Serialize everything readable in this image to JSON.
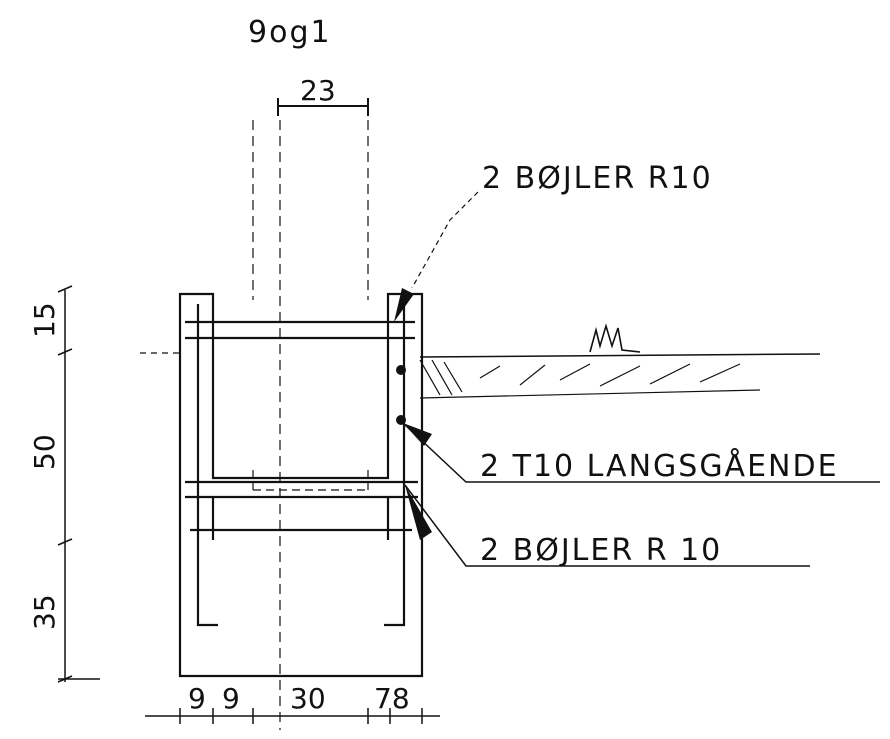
{
  "title": "9og1",
  "top_dimension": "23",
  "labels": {
    "stirrup_top": "2 BØJLER R10",
    "longitudinal": "2 T10 LANGSGÅENDE",
    "stirrup_bottom": "2 BØJLER R 10"
  },
  "vertical_dimensions": [
    "15",
    "50",
    "35"
  ],
  "bottom_dimensions": [
    "9",
    "9",
    "30",
    "78"
  ]
}
